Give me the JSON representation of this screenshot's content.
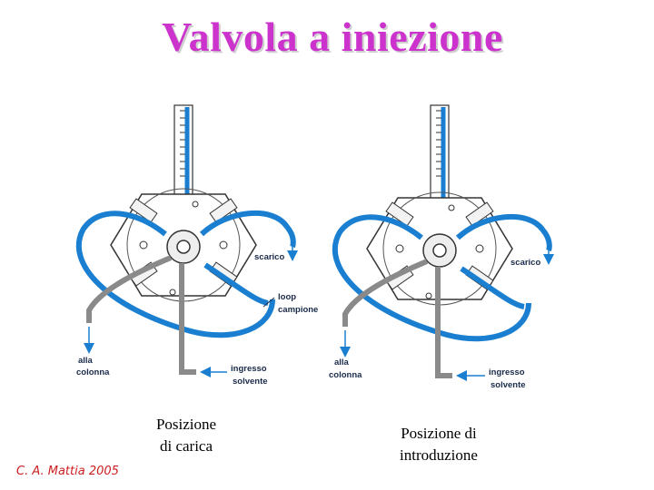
{
  "title": "Valvola a iniezione",
  "credit": "C. A. Mattia 2005",
  "colors": {
    "title": "#cc33cc",
    "tube_blue": "#1a7fd0",
    "tube_grey": "#8a8a8a",
    "credit": "#cc2020"
  },
  "diagrams": [
    {
      "caption_line1": "Posizione",
      "caption_line2": "di carica",
      "labels": {
        "scarico": "scarico",
        "loop_1": "loop",
        "loop_2": "campione",
        "colonna_1": "alla",
        "colonna_2": "colonna",
        "solvente_1": "ingresso",
        "solvente_2": "solvente"
      }
    },
    {
      "caption_line1": "Posizione di",
      "caption_line2": "introduzione",
      "labels": {
        "scarico": "scarico",
        "colonna_1": "alla",
        "colonna_2": "colonna",
        "solvente_1": "ingresso",
        "solvente_2": "solvente"
      }
    }
  ]
}
